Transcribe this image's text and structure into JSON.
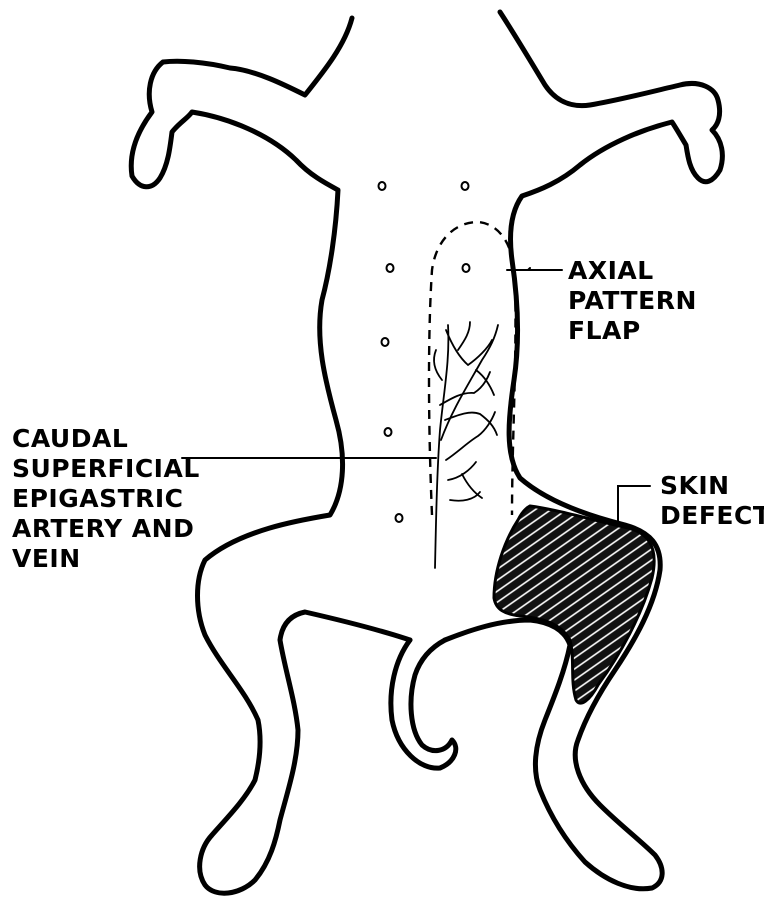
{
  "labels": {
    "axial_flap": [
      "AXIAL",
      "PATTERN",
      "FLAP"
    ],
    "vessels": [
      "CAUDAL",
      "SUPERFICIAL",
      "EPIGASTRIC",
      "ARTERY AND",
      "VEIN"
    ],
    "skin_defect": [
      "SKIN",
      "DEFECT"
    ]
  },
  "colors": {
    "ink": "#000000",
    "paper": "#ffffff"
  }
}
